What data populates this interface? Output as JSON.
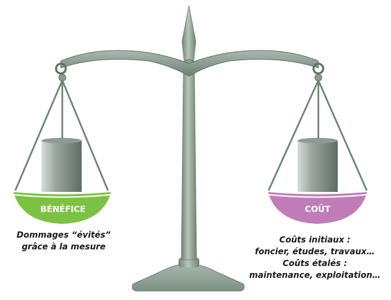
{
  "benefit": {
    "label": "BÉNÉFICE",
    "color": "#7cc242",
    "caption": [
      "Dommages “évités”",
      "grâce à la mesure"
    ]
  },
  "cost": {
    "label": "COÛT",
    "color": "#c07cb8",
    "caption": [
      "Coûts initiaux :",
      "foncier, études, travaux…",
      "Coûts étalés :",
      "maintenance, exploitation…"
    ]
  },
  "colors": {
    "scale_metal": "#8c9e92",
    "scale_dark": "#5f7366",
    "weight_light": "#c5ccc8",
    "weight_dark": "#6f7a74"
  }
}
